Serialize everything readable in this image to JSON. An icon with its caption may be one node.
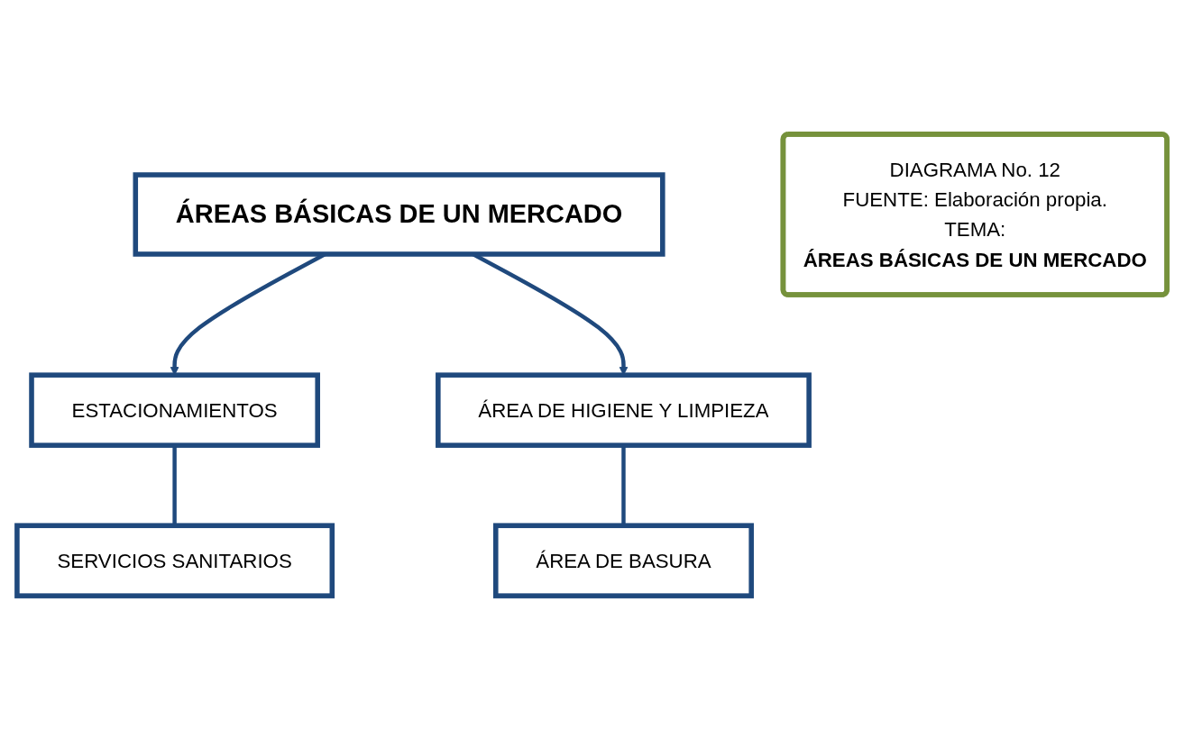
{
  "diagram": {
    "nodes": [
      {
        "text": [
          "ÁREAS BÁSICAS DE UN MERCADO"
        ]
      },
      {
        "text": [
          "ESTACIONAMIENTOS"
        ]
      },
      {
        "text": [
          "ÁREA DE HIGIENE Y LIMPIEZA"
        ]
      },
      {
        "text": [
          "SERVICIOS SANITARIOS"
        ]
      },
      {
        "text": [
          "ÁREA DE BASURA"
        ]
      },
      {
        "text": [
          "DIAGRAMA No. 12",
          "FUENTE: Elaboración propia.",
          "TEMA:",
          "ÁREAS BÁSICAS DE UN MERCADO"
        ]
      }
    ],
    "edges": [
      {
        "from": 0,
        "to": 1,
        "arrow": "to"
      },
      {
        "from": 0,
        "to": 2,
        "arrow": "to"
      },
      {
        "from": 1,
        "to": 3,
        "arrow": "none"
      },
      {
        "from": 2,
        "to": 4,
        "arrow": "none"
      }
    ]
  }
}
